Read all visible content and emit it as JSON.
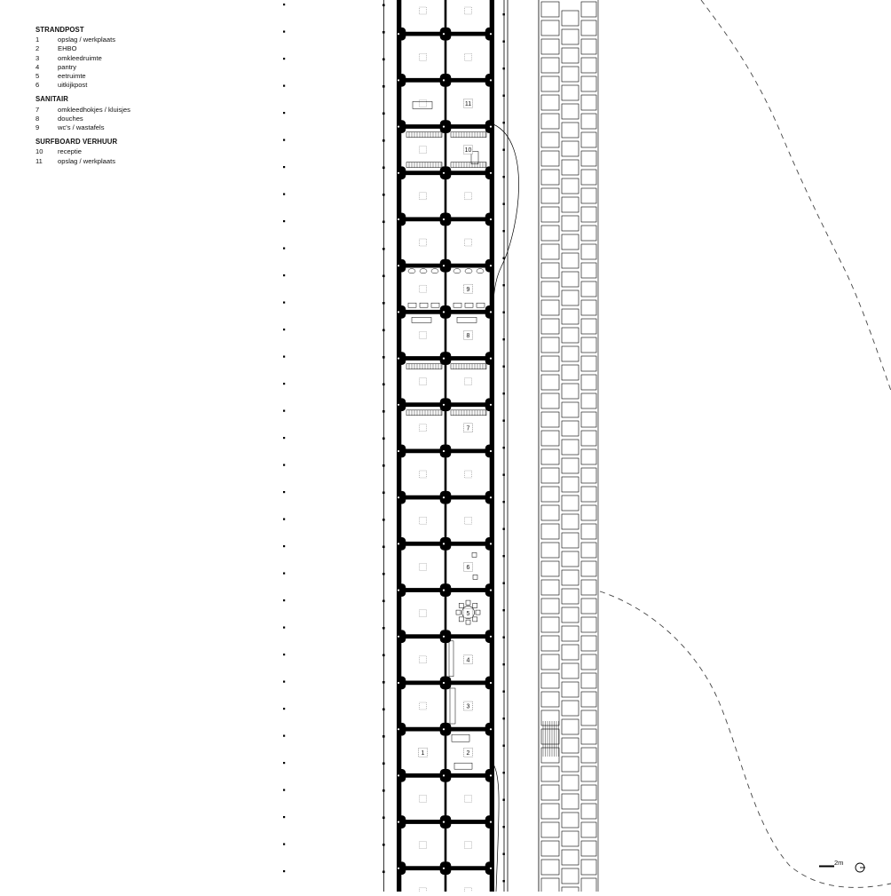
{
  "legend": {
    "groups": [
      {
        "heading": "STRANDPOST",
        "items": [
          {
            "num": "1",
            "label": "opslag / werkplaats"
          },
          {
            "num": "2",
            "label": "EHBO"
          },
          {
            "num": "3",
            "label": "omkleedruimte"
          },
          {
            "num": "4",
            "label": "pantry"
          },
          {
            "num": "5",
            "label": "eetruimte"
          },
          {
            "num": "6",
            "label": "uitkijkpost"
          }
        ]
      },
      {
        "heading": "SANITAIR",
        "items": [
          {
            "num": "7",
            "label": "omkleedhokjes / kluisjes"
          },
          {
            "num": "8",
            "label": "douches"
          },
          {
            "num": "9",
            "label": "wc's / wastafels"
          }
        ]
      },
      {
        "heading": "SURFBOARD VERHUUR",
        "items": [
          {
            "num": "10",
            "label": "receptie"
          },
          {
            "num": "11",
            "label": "opslag / werkplaats"
          }
        ]
      }
    ]
  },
  "room_tags": [
    {
      "label": "11",
      "col": 1,
      "row": 2
    },
    {
      "label": "10",
      "col": 1,
      "row": 3
    },
    {
      "label": "9",
      "col": 1,
      "row": 6
    },
    {
      "label": "8",
      "col": 1,
      "row": 7
    },
    {
      "label": "7",
      "col": 1,
      "row": 9
    },
    {
      "label": "6",
      "col": 1,
      "row": 12
    },
    {
      "label": "5",
      "col": 1,
      "row": 13
    },
    {
      "label": "4",
      "col": 1,
      "row": 14
    },
    {
      "label": "3",
      "col": 1,
      "row": 15
    },
    {
      "label": "1",
      "col": 0,
      "row": 16
    },
    {
      "label": "2",
      "col": 1,
      "row": 16
    }
  ],
  "scale_bar": {
    "label": "2m"
  },
  "north_arrow": {
    "icon": "north-arrow-icon"
  }
}
